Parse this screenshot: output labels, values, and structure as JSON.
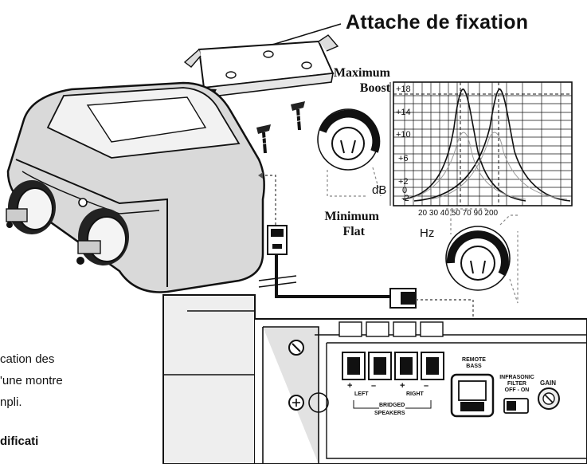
{
  "title": "Attache de fixation",
  "knob_labels": {
    "max_line1": "Maximum",
    "max_line2": "Boost",
    "min_line1": "Minimum",
    "min_line2": "Flat"
  },
  "graph": {
    "y_unit": "dB",
    "x_unit": "Hz",
    "y_ticks": [
      "+18",
      "+14",
      "+10",
      "+6",
      "+2",
      "0",
      "-2"
    ],
    "x_ticks": "20 30 40 50 70 90 200"
  },
  "amp_panel": {
    "remote_bass_line1": "REMOTE",
    "remote_bass_line2": "BASS",
    "infrasonic_line1": "INFRASONIC",
    "infrasonic_line2": "FILTER",
    "infrasonic_line3": "OFF - ON",
    "gain": "GAIN",
    "left": "LEFT",
    "right": "RIGHT",
    "bridged": "BRIDGED",
    "speakers": "SPEAKERS",
    "plus1": "+",
    "minus1": "–",
    "plus2": "+",
    "minus2": "–"
  },
  "side_text": {
    "line1": "cation des",
    "line2": "'une montre",
    "line3": "npli.",
    "line4": "dificati"
  }
}
